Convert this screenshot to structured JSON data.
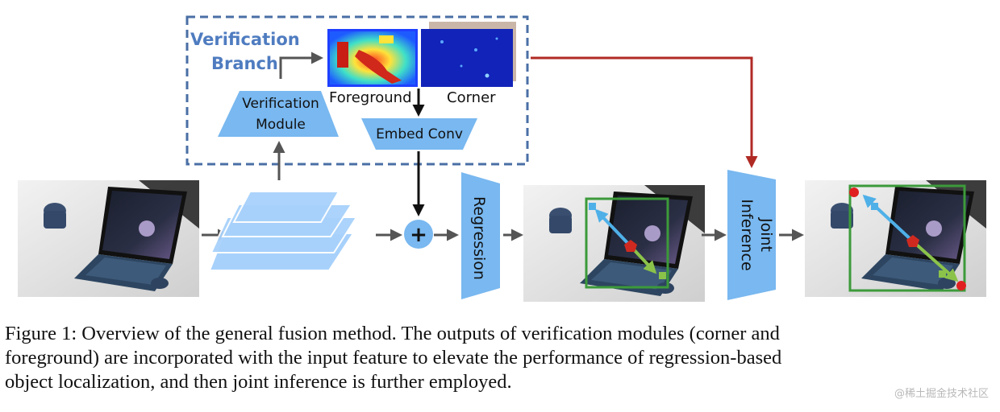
{
  "diagram": {
    "verification_branch_title_line1": "Verification",
    "verification_branch_title_line2": "Branch",
    "verification_module_line1": "Verification",
    "verification_module_line2": "Module",
    "foreground_label": "Foreground",
    "corner_label": "Corner",
    "embed_conv_label": "Embed Conv",
    "fusion_symbol": "+",
    "regression_label": "Regression",
    "joint_inference_line1": "Joint",
    "joint_inference_line2": "Inference"
  },
  "colors": {
    "branch_border": "#4a6fa5",
    "branch_title": "#4f7cc0",
    "module_fill": "#79b8f0",
    "feature_fill": "#a7d1fb",
    "arrow_gray": "#555555",
    "arrow_dark": "#111111",
    "arrow_red": "#b02a24",
    "box_green": "#3c9a3a",
    "corner_red": "#e02020"
  },
  "caption": {
    "line1": "Figure 1: Overview of the general fusion method. The outputs of verification modules (corner and",
    "line2": "foreground) are incorporated with the input feature to elevate the performance of regression-based",
    "line3": "object localization, and then joint inference is further employed."
  },
  "watermark": "@稀土掘金技术社区"
}
